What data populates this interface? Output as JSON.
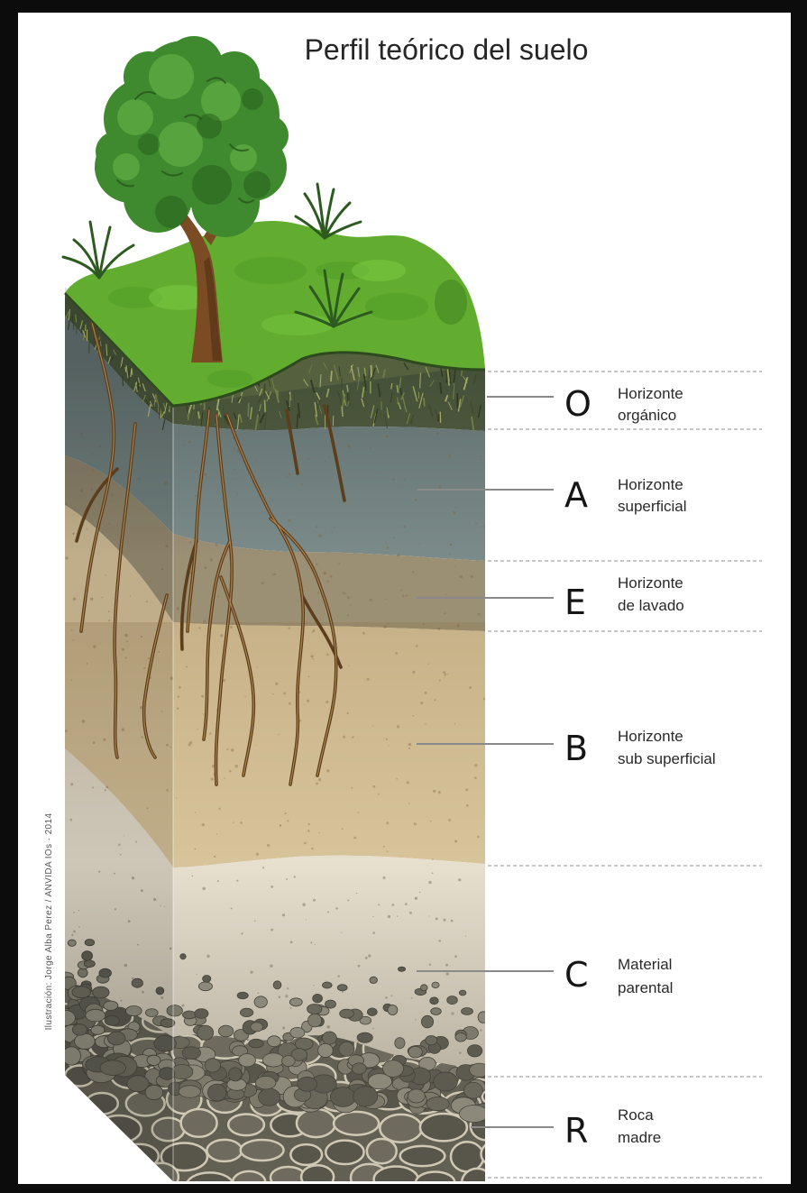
{
  "title": "Perfil teórico del suelo",
  "credit": "Ilustración: Jorge Alba Perez / ANVIDA IOs · 2014",
  "colors": {
    "frame": "#0c0c0c",
    "background": "#ffffff",
    "grass": "#62ad2f",
    "tree_canopy": "#3f8a2e",
    "tree_trunk": "#7b4b24",
    "roots": "#5c3d1c"
  },
  "horizons": [
    {
      "letter": "O",
      "line1": "Horizonte",
      "line2": "orgánico",
      "color": "#55603f"
    },
    {
      "letter": "A",
      "line1": "Horizonte",
      "line2": "superficial",
      "color": "#7b8b89"
    },
    {
      "letter": "E",
      "line1": "Horizonte",
      "line2": "de lavado",
      "color": "#9b8f74"
    },
    {
      "letter": "B",
      "line1": "Horizonte",
      "line2": "sub superficial",
      "color": "#d8c49b"
    },
    {
      "letter": "C",
      "line1": "Material",
      "line2": "parental",
      "color": "#e8e0cf"
    },
    {
      "letter": "R",
      "line1": "Roca",
      "line2": "madre",
      "color": "#625f53"
    }
  ]
}
